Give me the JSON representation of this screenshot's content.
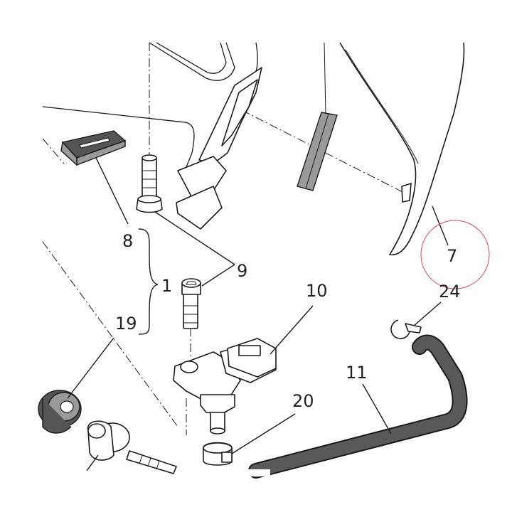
{
  "callouts": {
    "c7": "7",
    "c8": "8",
    "c1": "1",
    "c9": "9",
    "c10": "10",
    "c19": "19",
    "c20": "20",
    "c24": "24",
    "c11": "11"
  },
  "colors": {
    "line": "#1a1a1a",
    "hose": "#595959",
    "grommet": "#9a9a9a",
    "highlight_circle": "#d04a5a"
  }
}
